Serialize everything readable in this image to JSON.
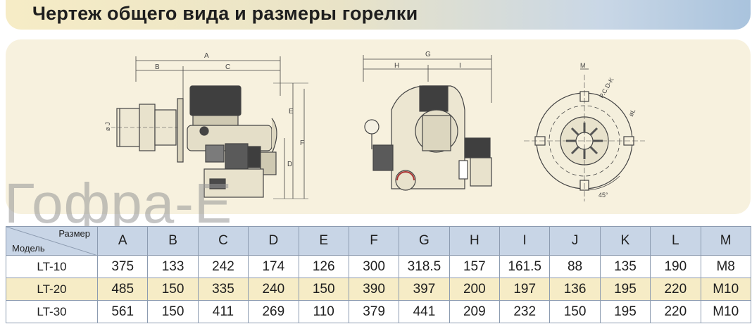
{
  "title": "Чертеж общего вида и размеры горелки",
  "watermark": "Гофра-Е",
  "drawing": {
    "side_labels": {
      "A": "A",
      "B": "B",
      "C": "C",
      "D": "D",
      "E": "E",
      "F": "F",
      "J": "ø J"
    },
    "front_labels": {
      "G": "G",
      "H": "H",
      "I": "I"
    },
    "flange_labels": {
      "M": "M",
      "K": "P.C.D-K",
      "L": "øL",
      "angle": "45°"
    }
  },
  "table": {
    "corner_top": "Размер",
    "corner_bottom": "Модель",
    "columns": [
      "A",
      "B",
      "C",
      "D",
      "E",
      "F",
      "G",
      "H",
      "I",
      "J",
      "K",
      "L",
      "M"
    ],
    "rows": [
      {
        "model": "LT-10",
        "values": [
          "375",
          "133",
          "242",
          "174",
          "126",
          "300",
          "318.5",
          "157",
          "161.5",
          "88",
          "135",
          "190",
          "M8"
        ]
      },
      {
        "model": "LT-20",
        "values": [
          "485",
          "150",
          "335",
          "240",
          "150",
          "390",
          "397",
          "200",
          "197",
          "136",
          "195",
          "220",
          "M10"
        ]
      },
      {
        "model": "LT-30",
        "values": [
          "561",
          "150",
          "411",
          "269",
          "110",
          "379",
          "441",
          "209",
          "232",
          "150",
          "195",
          "220",
          "M10"
        ]
      }
    ]
  }
}
